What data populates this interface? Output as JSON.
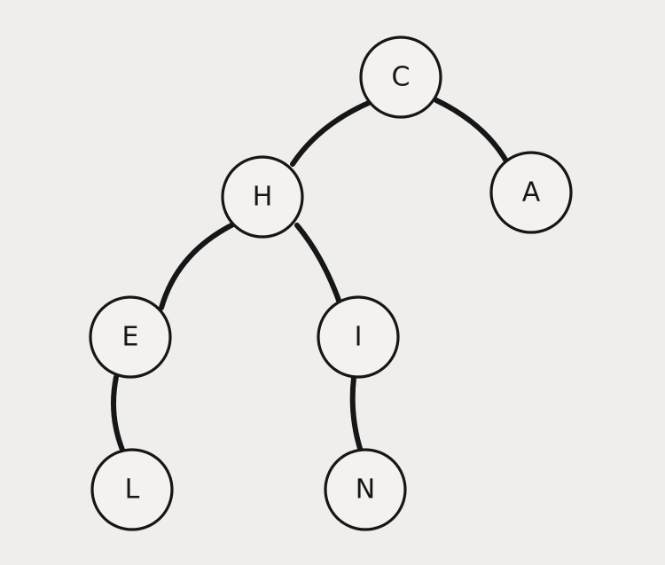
{
  "tree": {
    "nodes": [
      {
        "id": "c",
        "label": "C"
      },
      {
        "id": "h",
        "label": "H"
      },
      {
        "id": "a",
        "label": "A"
      },
      {
        "id": "e",
        "label": "E"
      },
      {
        "id": "i",
        "label": "I"
      },
      {
        "id": "l",
        "label": "L"
      },
      {
        "id": "n",
        "label": "N"
      }
    ],
    "edges": [
      {
        "from": "C",
        "to": "H"
      },
      {
        "from": "C",
        "to": "A"
      },
      {
        "from": "H",
        "to": "E"
      },
      {
        "from": "H",
        "to": "I"
      },
      {
        "from": "E",
        "to": "L"
      },
      {
        "from": "I",
        "to": "N"
      }
    ]
  }
}
